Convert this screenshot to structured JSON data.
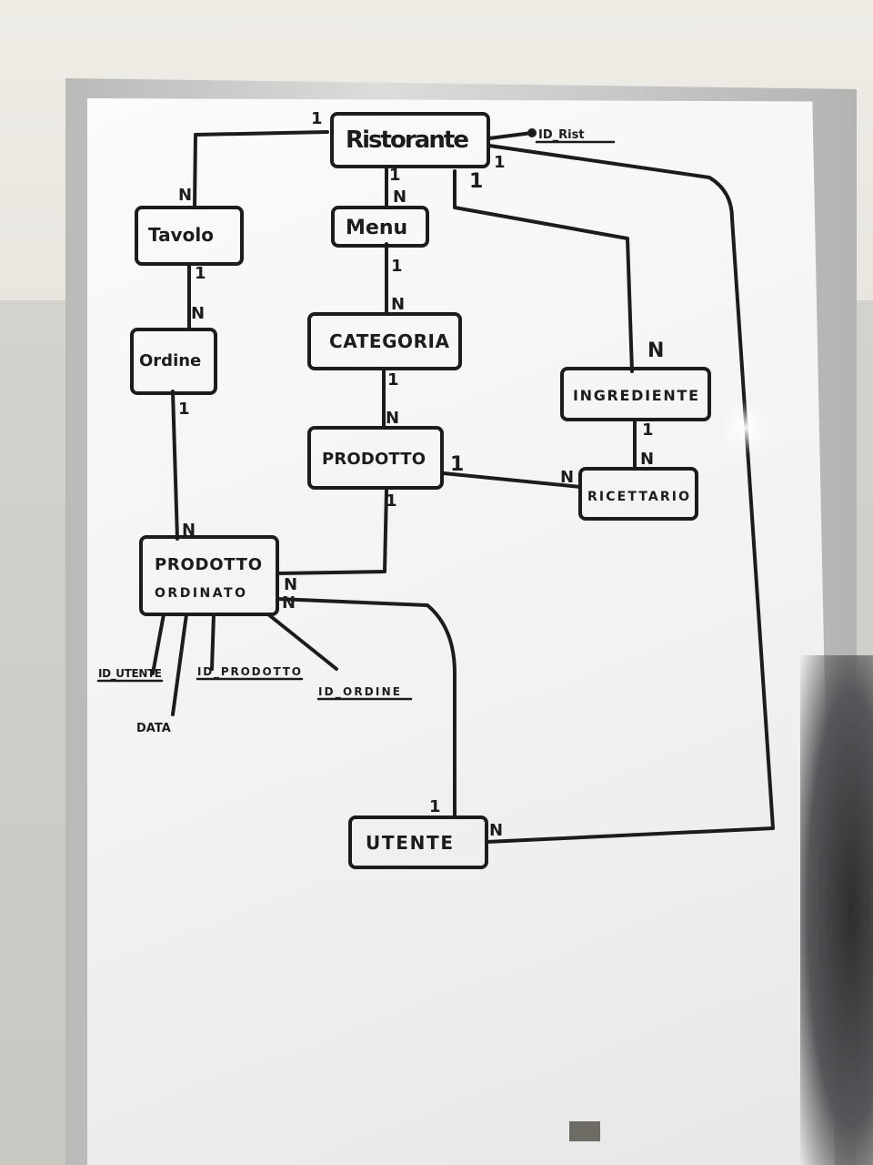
{
  "entities": {
    "ristorante": "Ristorante",
    "tavolo": "Tavolo",
    "menu": "Menu",
    "categoria": "CATEGORIA",
    "ingrediente": "INGREDIENTE",
    "ordine": "Ordine",
    "prodotto": "PRODOTTO",
    "ricettario": "RICETTARIO",
    "prodotto_ordinato_line1": "PRODOTTO",
    "prodotto_ordinato_line2": "ORDINATO",
    "utente": "UTENTE"
  },
  "attributes": {
    "id_ristorante": "ID_Rist",
    "id_utente": "ID_UTENTE",
    "id_prodotto": "ID_PRODOTTO",
    "id_ordine": "ID_ORDINE",
    "data": "DATA"
  },
  "cardinalities": {
    "rist_tavolo_rist": "1",
    "rist_tavolo_tavolo": "N",
    "rist_menu_rist": "1",
    "rist_menu_menu": "N",
    "rist_ingr_rist": "1",
    "rist_ingr_ingr": "N",
    "rist_utente_rist": "1",
    "rist_utente_utente": "N",
    "tavolo_ordine_tavolo": "1",
    "tavolo_ordine_ordine": "N",
    "menu_cat_menu": "1",
    "menu_cat_cat": "N",
    "cat_prod_cat": "1",
    "cat_prod_prod": "N",
    "prod_ric_prod": "1",
    "prod_ric_ric": "N",
    "ingr_ric_ingr": "1",
    "ingr_ric_ric": "N",
    "ordine_po_ordine": "1",
    "ordine_po_po": "N",
    "prod_po_prod": "1",
    "prod_po_po": "N",
    "utente_po_utente": "1",
    "utente_po_po": "N"
  }
}
